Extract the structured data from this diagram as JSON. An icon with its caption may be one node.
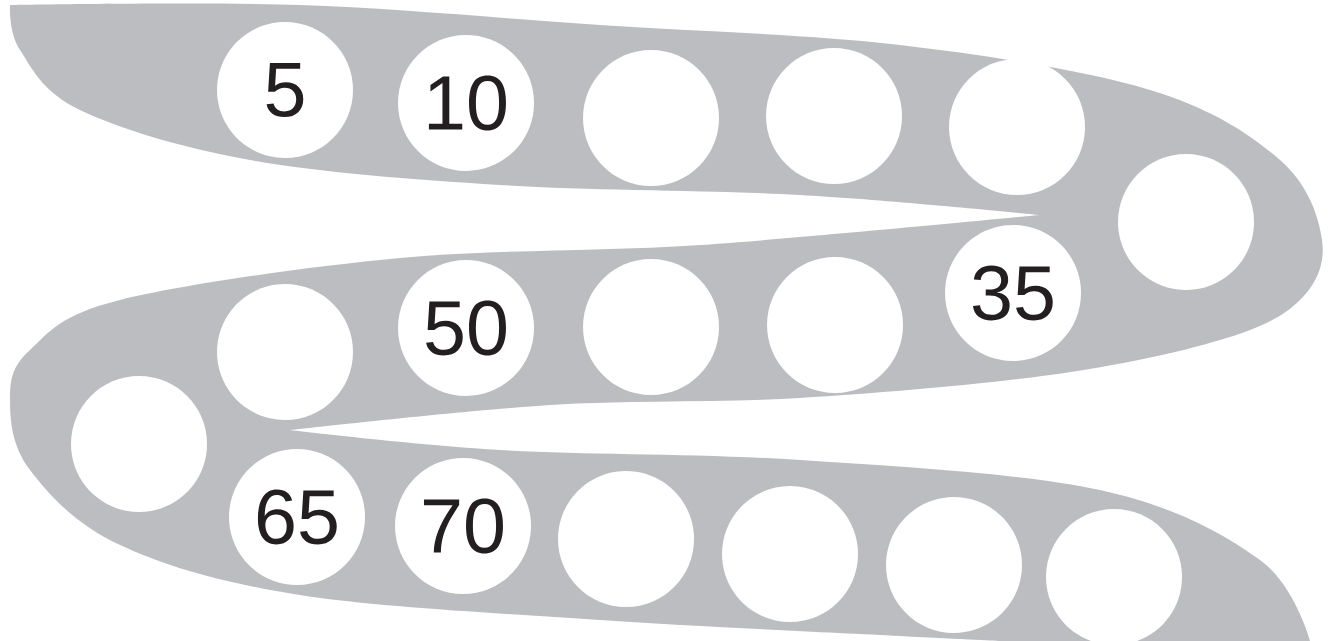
{
  "diagram": {
    "nodes": [
      {
        "text": [
          "5"
        ]
      },
      {
        "text": [
          "10"
        ]
      },
      {
        "text": [],
        "shape": "circle"
      },
      {
        "text": [],
        "shape": "circle"
      },
      {
        "text": [],
        "shape": "circle"
      },
      {
        "text": [],
        "shape": "circle"
      },
      {
        "text": [
          "35"
        ]
      },
      {
        "text": [],
        "shape": "circle"
      },
      {
        "text": [],
        "shape": "circle"
      },
      {
        "text": [
          "50"
        ]
      },
      {
        "text": [],
        "shape": "circle"
      },
      {
        "text": [],
        "shape": "circle"
      },
      {
        "text": [
          "65"
        ]
      },
      {
        "text": [
          "70"
        ]
      },
      {
        "text": [],
        "shape": "circle"
      },
      {
        "text": [],
        "shape": "circle"
      },
      {
        "text": [],
        "shape": "circle"
      },
      {
        "text": [],
        "shape": "circle"
      }
    ]
  }
}
